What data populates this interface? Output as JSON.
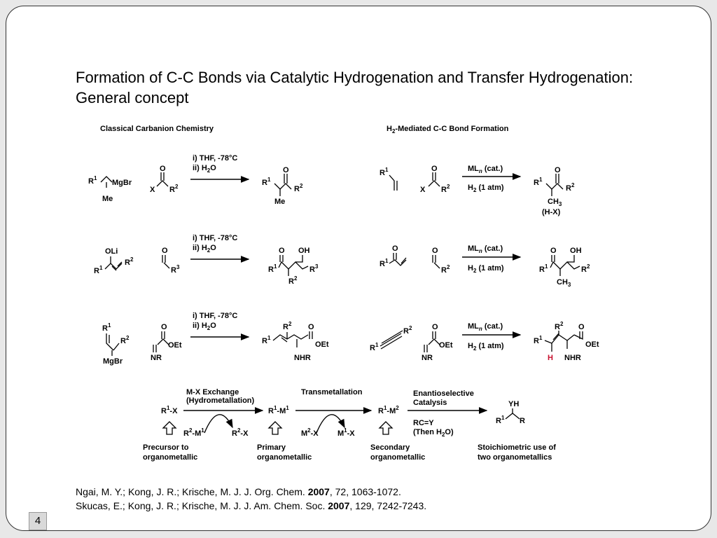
{
  "title": "Formation of C-C Bonds via Catalytic Hydrogenation and Transfer Hydrogenation: General concept",
  "headers": {
    "classical": "Classical Carbanion Chemistry",
    "h2_pre": "H",
    "h2_sub": "2",
    "h2_post": "-Mediated C-C Bond Formation"
  },
  "conditions": {
    "thf": "i) THF, -78°C",
    "h2o_pre": "ii) H",
    "h2o_sub": "2",
    "h2o_post": "O",
    "ml": "ML",
    "ml_n": "n",
    "cat": " (cat.)",
    "h": "H",
    "h_sub": "2",
    "atm": " (1 atm)"
  },
  "atoms": {
    "r": "R",
    "s1": "1",
    "s2": "2",
    "s3": "3",
    "o": "O",
    "x": "X",
    "mgbr": "MgBr",
    "me": "Me",
    "oli": "OLi",
    "oh": "OH",
    "o_part": "O",
    "h_red": "H",
    "c": "C",
    "h3": "H",
    "sub3": "3",
    "hx_open": "(",
    "hx_close": "-X)",
    "oet": "OEt",
    "nr": "NR",
    "nhr": "NHR",
    "n": "N",
    "nhr_r": "R",
    "yh": "YH"
  },
  "bottom": {
    "mx_exchange": "M-X Exchange",
    "hydrometallation": "(Hydrometallation)",
    "transmetallation": "Transmetallation",
    "enantioselective": "Enantioselective",
    "catalysis": "Catalysis",
    "r1x": "-X",
    "r1m1": "-M",
    "r1m2": "-M",
    "r2m1": "-M",
    "r2x": "-X",
    "m2x": "-X",
    "m1x": "-X",
    "m": "M",
    "rc_y": "RC=Y",
    "then_h2o_pre": "(Then H",
    "then_h2o_sub": "2",
    "then_h2o_post": "O)",
    "precursor": "Precursor to",
    "organometallic": "organometallic",
    "primary": "Primary",
    "secondary": "Secondary",
    "stoich1": "Stoichiometric use of",
    "stoich2": "two organometallics"
  },
  "references": [
    {
      "pre": "Ngai, M. Y.; Kong, J. R.; Krische, M. J. J. Org. Chem. ",
      "year": "2007",
      "post": ", 72, 1063-1072."
    },
    {
      "pre": "Skucas, E.; Kong, J. R.; Krische, M. J. J. Am. Chem. Soc. ",
      "year": "2007",
      "post": ", 129, 7242-7243."
    }
  ],
  "page_number": "4",
  "colors": {
    "accent_red": "#c8102e",
    "frame": "#333333",
    "page_box": "#d9d9d9"
  }
}
